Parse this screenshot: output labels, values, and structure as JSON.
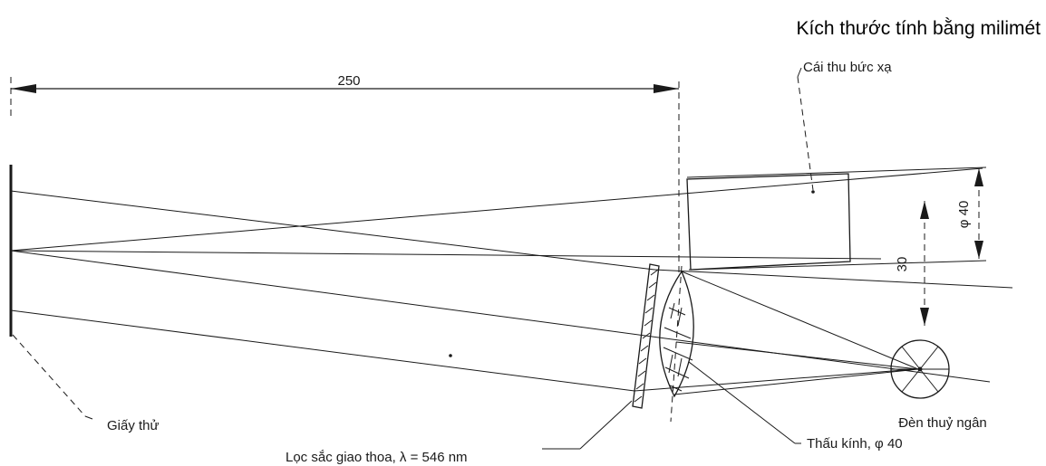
{
  "units_note": "Kích thước tính bằng milimét",
  "dimensions": {
    "distance": "250",
    "detector_diameter": "φ 40",
    "offset": "30"
  },
  "labels": {
    "detector": "Cái thu bức xạ",
    "test_paper": "Giấy thử",
    "filter": "Lọc sắc giao thoa, λ = 546 nm",
    "lens": "Thấu kính, φ 40",
    "lamp": "Đèn thuỷ ngân"
  }
}
